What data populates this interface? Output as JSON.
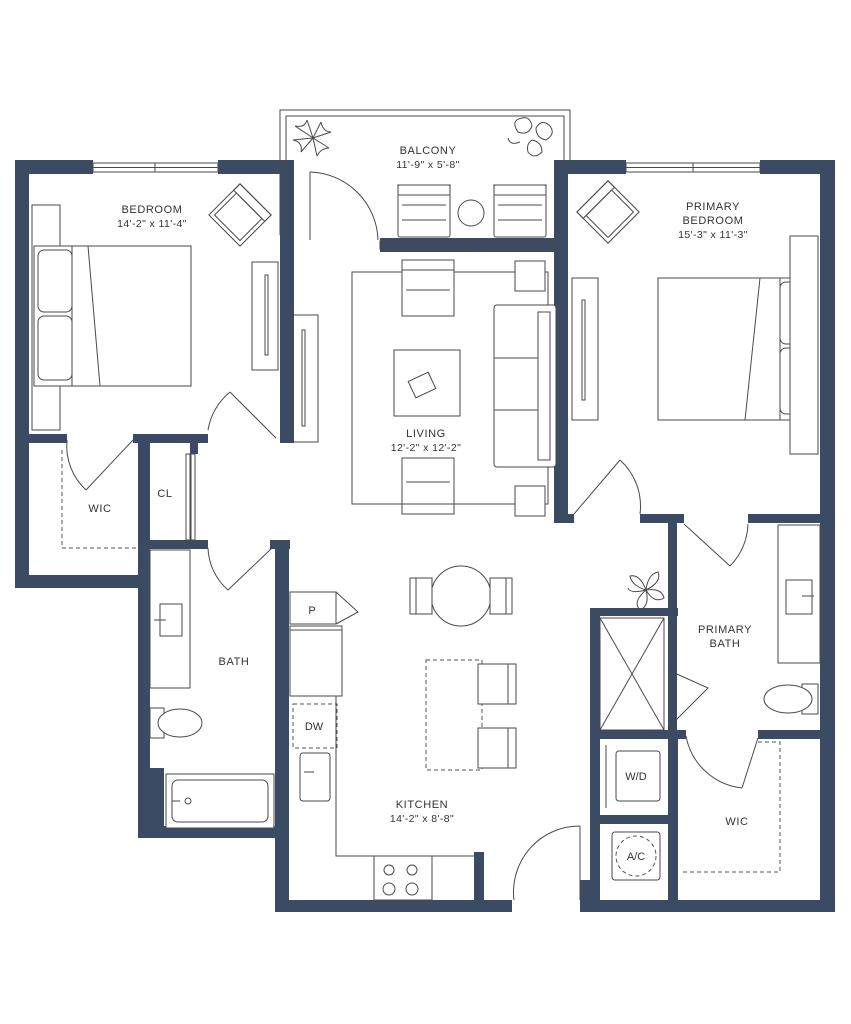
{
  "colors": {
    "wall": "#3a4b63",
    "line": "#4a4a4a",
    "background": "#ffffff"
  },
  "rooms": {
    "balcony": {
      "name": "BALCONY",
      "dims": "11'-9\" x 5'-8\""
    },
    "bedroom": {
      "name": "BEDROOM",
      "dims": "14'-2\" x 11'-4\""
    },
    "primary_bedroom": {
      "name_line1": "PRIMARY",
      "name_line2": "BEDROOM",
      "dims": "15'-3\" x 11'-3\""
    },
    "living": {
      "name": "LIVING",
      "dims": "12'-2\" x 12'-2\""
    },
    "wic_left": {
      "name": "WIC"
    },
    "closet": {
      "name": "CL"
    },
    "bath": {
      "name": "BATH"
    },
    "primary_bath": {
      "name_line1": "PRIMARY",
      "name_line2": "BATH"
    },
    "kitchen": {
      "name": "KITCHEN",
      "dims": "14'-2\" x 8'-8\""
    },
    "wic_right": {
      "name": "WIC"
    }
  },
  "fixtures": {
    "pantry": "P",
    "dishwasher": "DW",
    "washer_dryer": "W/D",
    "air_conditioner": "A/C"
  },
  "icons": [
    "plant-icon",
    "bed-icon",
    "armchair-icon",
    "sofa-icon",
    "toilet-icon",
    "sink-icon",
    "bathtub-icon",
    "shower-icon",
    "stove-icon",
    "dining-table-icon",
    "door-swing-icon"
  ]
}
